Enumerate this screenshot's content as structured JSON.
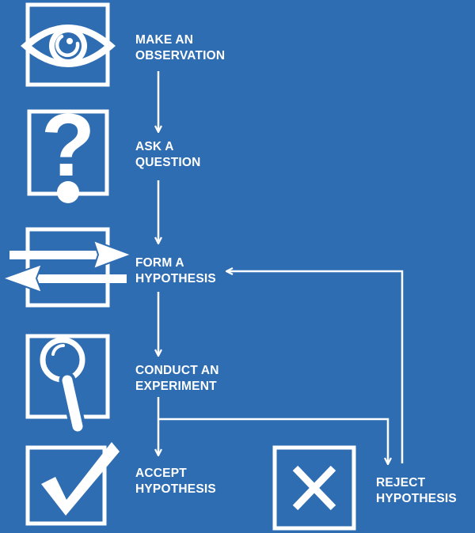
{
  "colors": {
    "background": "#2f6db3",
    "foreground": "#ffffff"
  },
  "steps": [
    {
      "icon": "eye-icon",
      "lines": [
        "MAKE AN",
        "OBSERVATION"
      ]
    },
    {
      "icon": "question-mark-icon",
      "lines": [
        "ASK A",
        "QUESTION"
      ]
    },
    {
      "icon": "opposing-arrows-icon",
      "lines": [
        "FORM A",
        "HYPOTHESIS"
      ]
    },
    {
      "icon": "magnifying-glass-icon",
      "lines": [
        "CONDUCT AN",
        "EXPERIMENT"
      ]
    },
    {
      "icon": "checkmark-icon",
      "lines": [
        "ACCEPT",
        "HYPOTHESIS"
      ]
    },
    {
      "icon": "x-mark-icon",
      "lines": [
        "REJECT",
        "HYPOTHESIS"
      ]
    }
  ]
}
